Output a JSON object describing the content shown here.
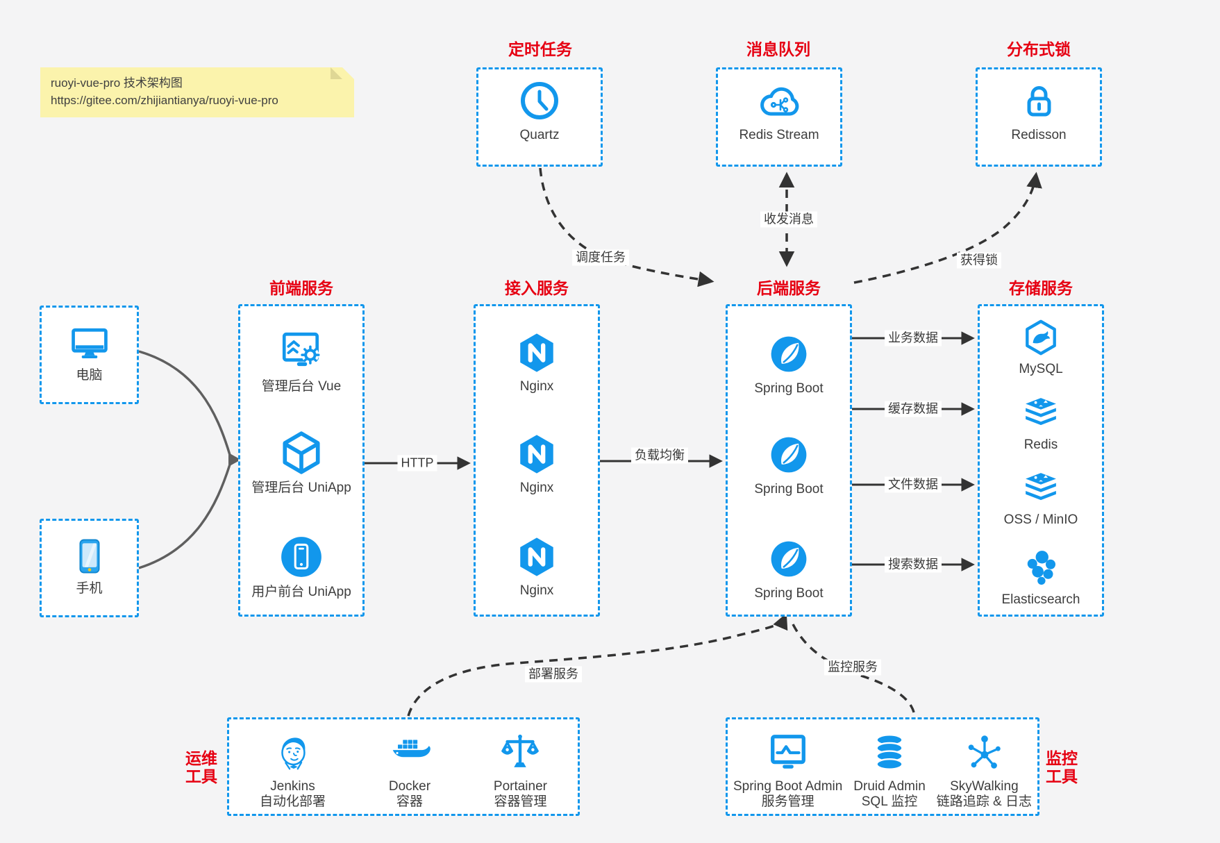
{
  "note": {
    "line1": "ruoyi-vue-pro 技术架构图",
    "line2": "https://gitee.com/zhijiantianya/ruoyi-vue-pro"
  },
  "top_services": [
    {
      "title": "定时任务",
      "item": {
        "icon": "clock-icon",
        "label": "Quartz"
      }
    },
    {
      "title": "消息队列",
      "item": {
        "icon": "cloud-stream-icon",
        "label": "Redis Stream"
      }
    },
    {
      "title": "分布式锁",
      "item": {
        "icon": "lock-icon",
        "label": "Redisson"
      }
    }
  ],
  "clients": [
    {
      "icon": "desktop-icon",
      "label": "电脑"
    },
    {
      "icon": "smartphone-icon",
      "label": "手机"
    }
  ],
  "columns": [
    {
      "title": "前端服务",
      "items": [
        {
          "icon": "admin-vue-icon",
          "label": "管理后台 Vue"
        },
        {
          "icon": "uniapp-cube-icon",
          "label": "管理后台 UniApp"
        },
        {
          "icon": "user-app-icon",
          "label": "用户前台 UniApp"
        }
      ]
    },
    {
      "title": "接入服务",
      "items": [
        {
          "icon": "nginx-icon",
          "label": "Nginx"
        },
        {
          "icon": "nginx-icon",
          "label": "Nginx"
        },
        {
          "icon": "nginx-icon",
          "label": "Nginx"
        }
      ]
    },
    {
      "title": "后端服务",
      "items": [
        {
          "icon": "spring-boot-icon",
          "label": "Spring Boot"
        },
        {
          "icon": "spring-boot-icon",
          "label": "Spring Boot"
        },
        {
          "icon": "spring-boot-icon",
          "label": "Spring Boot"
        }
      ]
    },
    {
      "title": "存储服务",
      "items": [
        {
          "icon": "mysql-icon",
          "label": "MySQL"
        },
        {
          "icon": "redis-icon",
          "label": "Redis"
        },
        {
          "icon": "oss-icon",
          "label": "OSS / MinIO"
        },
        {
          "icon": "elasticsearch-icon",
          "label": "Elasticsearch"
        }
      ]
    }
  ],
  "bottom_groups": [
    {
      "side_label": [
        "运维",
        "工具"
      ],
      "items": [
        {
          "icon": "jenkins-icon",
          "label": "Jenkins",
          "sublabel": "自动化部署"
        },
        {
          "icon": "docker-icon",
          "label": "Docker",
          "sublabel": "容器"
        },
        {
          "icon": "portainer-icon",
          "label": "Portainer",
          "sublabel": "容器管理"
        }
      ]
    },
    {
      "side_label": [
        "监控",
        "工具"
      ],
      "items": [
        {
          "icon": "spring-boot-admin-icon",
          "label": "Spring Boot Admin",
          "sublabel": "服务管理"
        },
        {
          "icon": "druid-icon",
          "label": "Druid Admin",
          "sublabel": "SQL 监控"
        },
        {
          "icon": "skywalking-icon",
          "label": "SkyWalking",
          "sublabel": "链路追踪 & 日志"
        }
      ]
    }
  ],
  "edges": {
    "http": "HTTP",
    "load_balance": "负载均衡",
    "dispatch": "调度任务",
    "message": "收发消息",
    "lock": "获得锁",
    "business": "业务数据",
    "cache": "缓存数据",
    "file": "文件数据",
    "search": "搜索数据",
    "deploy": "部署服务",
    "monitor": "监控服务"
  },
  "colors": {
    "blue": "#1297ec",
    "red": "#e60012",
    "note_bg": "#fbf3ac",
    "arrow": "#333333",
    "client_arrow": "#5f5f5f"
  }
}
